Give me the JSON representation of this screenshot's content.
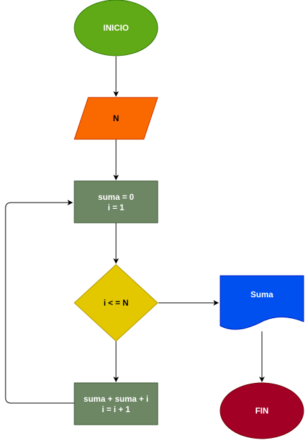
{
  "diagram": {
    "start": {
      "label": "INICIO",
      "fill": "#60a917",
      "stroke": "#2d7600",
      "text_color": "#ffffff"
    },
    "input": {
      "label": "N",
      "fill": "#fa6800",
      "stroke": "#c73500",
      "text_color": "#000000"
    },
    "init": {
      "line1": "suma = 0",
      "line2": "i = 1",
      "fill": "#6d8764",
      "stroke": "#3a5431",
      "text_color": "#ffffff"
    },
    "decision": {
      "label": "i < = N",
      "fill": "#e3c800",
      "stroke": "#b09500",
      "text_color": "#000000"
    },
    "loop_body": {
      "line1": "suma + suma + i",
      "line2": "i = i + 1",
      "fill": "#6d8764",
      "stroke": "#3a5431",
      "text_color": "#ffffff"
    },
    "output": {
      "label": "Suma",
      "fill": "#0050ef",
      "stroke": "#001dbc",
      "text_color": "#ffffff"
    },
    "end": {
      "label": "FIN",
      "fill": "#a20025",
      "stroke": "#6f0000",
      "text_color": "#ffffff"
    },
    "edge_color": "#000000"
  }
}
